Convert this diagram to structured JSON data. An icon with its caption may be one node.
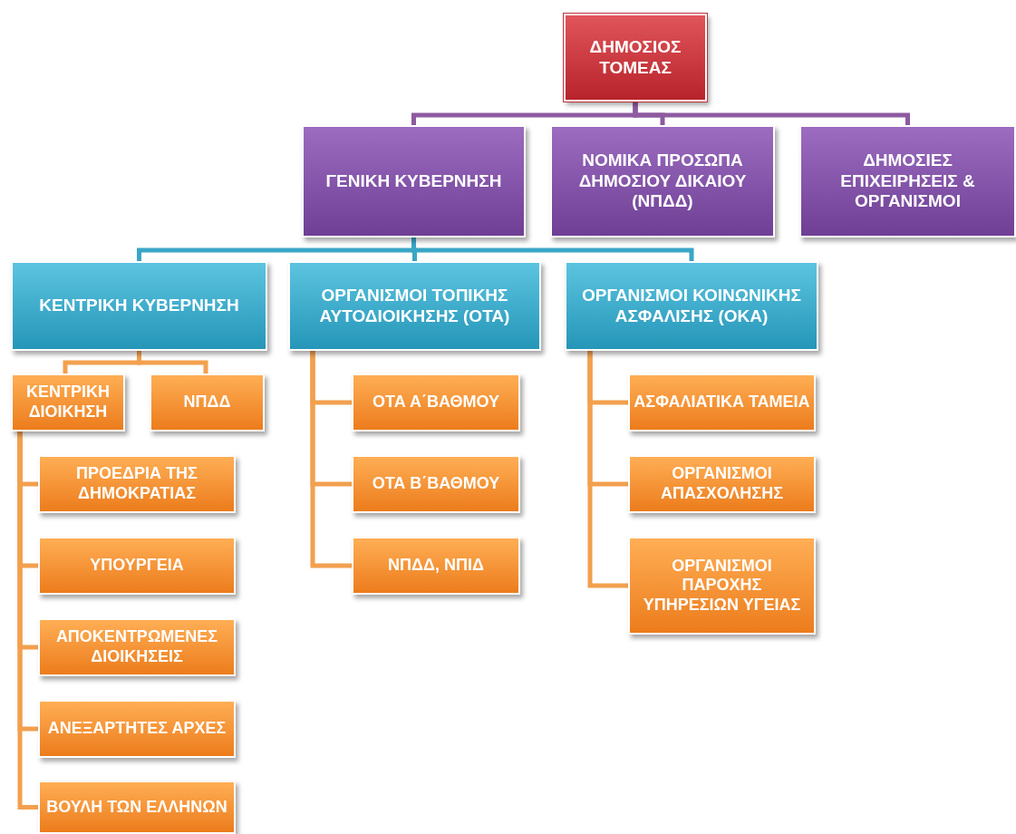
{
  "diagram": {
    "nodes": [
      {
        "text": [
          "ΔΗΜΟΣΙΟΣ ΤΟΜΕΑΣ"
        ]
      },
      {
        "text": [
          "ΓΕΝΙΚΗ ΚΥΒΕΡΝΗΣΗ"
        ]
      },
      {
        "text": [
          "ΝΟΜΙΚΑ ΠΡΟΣΩΠΑ ΔΗΜΟΣΙΟΥ ΔΙΚΑΙΟΥ (ΝΠΔΔ)"
        ]
      },
      {
        "text": [
          "ΔΗΜΟΣΙΕΣ ΕΠΙΧΕΙΡΗΣΕΙΣ & ΟΡΓΑΝΙΣΜΟΙ"
        ]
      },
      {
        "text": [
          "ΚΕΝΤΡΙΚΗ ΚΥΒΕΡΝΗΣΗ"
        ]
      },
      {
        "text": [
          "ΟΡΓΑΝΙΣΜΟΙ ΤΟΠΙΚΗΣ ΑΥΤΟΔΙΟΙΚΗΣΗΣ (ΟΤΑ)"
        ]
      },
      {
        "text": [
          "ΟΡΓΑΝΙΣΜΟΙ ΚΟΙΝΩΝΙΚΗΣ ΑΣΦΑΛΙΣΗΣ (ΟΚΑ)"
        ]
      },
      {
        "text": [
          "ΚΕΝΤΡΙΚΗ ΔΙΟΙΚΗΣΗ"
        ]
      },
      {
        "text": [
          "ΝΠΔΔ"
        ]
      },
      {
        "text": [
          "ΠΡΟΕΔΡΙΑ ΤΗΣ ΔΗΜΟΚΡΑΤΙΑΣ"
        ]
      },
      {
        "text": [
          "ΥΠΟΥΡΓΕΙΑ"
        ]
      },
      {
        "text": [
          "ΑΠΟΚΕΝΤΡΩΜΕΝΕΣ ΔΙΟΙΚΗΣΕΙΣ"
        ]
      },
      {
        "text": [
          "ΑΝΕΞΑΡΤΗΤΕΣ ΑΡΧΕΣ"
        ]
      },
      {
        "text": [
          "ΒΟΥΛΗ ΤΩΝ ΕΛΛΗΝΩΝ"
        ]
      },
      {
        "text": [
          "ΟΤΑ Α΄ΒΑΘΜΟΥ"
        ]
      },
      {
        "text": [
          "ΟΤΑ Β΄ΒΑΘΜΟΥ"
        ]
      },
      {
        "text": [
          "ΝΠΔΔ, ΝΠΙΔ"
        ]
      },
      {
        "text": [
          "ΑΣΦΑΛΙΑΤΙΚΑ ΤΑΜΕΙΑ"
        ]
      },
      {
        "text": [
          "ΟΡΓΑΝΙΣΜΟΙ ΑΠΑΣΧΟΛΗΣΗΣ"
        ]
      },
      {
        "text": [
          "ΟΡΓΑΝΙΣΜΟΙ ΠΑΡΟΧΗΣ ΥΠΗΡΕΣΙΩΝ ΥΓΕΙΑΣ"
        ]
      }
    ],
    "edges": [
      {
        "from": 0,
        "to": 1,
        "arrow": "none",
        "color": "#8e5aa0"
      },
      {
        "from": 0,
        "to": 2,
        "arrow": "none",
        "color": "#8e5aa0"
      },
      {
        "from": 0,
        "to": 3,
        "arrow": "none",
        "color": "#8e5aa0"
      },
      {
        "from": 1,
        "to": 4,
        "arrow": "none",
        "color": "#3aa6c6"
      },
      {
        "from": 1,
        "to": 5,
        "arrow": "none",
        "color": "#3aa6c6"
      },
      {
        "from": 1,
        "to": 6,
        "arrow": "none",
        "color": "#3aa6c6"
      },
      {
        "from": 4,
        "to": 7,
        "arrow": "none"
      },
      {
        "from": 4,
        "to": 8,
        "arrow": "none"
      },
      {
        "from": 7,
        "to": 9,
        "arrow": "none"
      },
      {
        "from": 7,
        "to": 10,
        "arrow": "none"
      },
      {
        "from": 7,
        "to": 11,
        "arrow": "none"
      },
      {
        "from": 7,
        "to": 12,
        "arrow": "none"
      },
      {
        "from": 7,
        "to": 13,
        "arrow": "none"
      },
      {
        "from": 5,
        "to": 14,
        "arrow": "none"
      },
      {
        "from": 5,
        "to": 15,
        "arrow": "none"
      },
      {
        "from": 5,
        "to": 16,
        "arrow": "none"
      },
      {
        "from": 6,
        "to": 17,
        "arrow": "none"
      },
      {
        "from": 6,
        "to": 18,
        "arrow": "none"
      },
      {
        "from": 6,
        "to": 19,
        "arrow": "none"
      }
    ]
  }
}
